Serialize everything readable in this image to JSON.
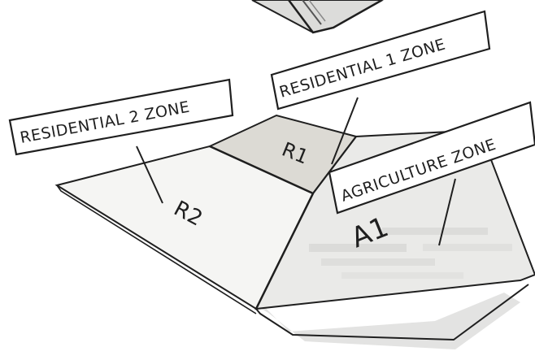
{
  "labels": {
    "residential_2_zone": "RESIDENTIAL 2 ZONE",
    "residential_1_zone": "RESIDENTIAL 1 ZONE",
    "agriculture_zone": "AGRICULTURE ZONE"
  },
  "zones": {
    "r2": "R2",
    "r1": "R1",
    "a1": "A1"
  },
  "colors": {
    "ink": "#1f1f1f",
    "paper": "#ffffff",
    "r2_fill": "#f4f4f2",
    "r1_fill": "#dedcd6",
    "a1_fill": "#e9e9e7",
    "shadow": "#c9c9c7"
  }
}
